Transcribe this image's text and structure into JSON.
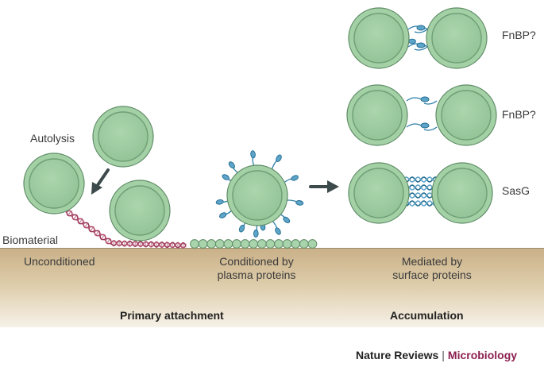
{
  "labels": {
    "autolysis": "Autolysis",
    "biomaterial": "Biomaterial",
    "unconditioned": "Unconditioned",
    "conditioned_line1": "Conditioned by",
    "conditioned_line2": "plasma proteins",
    "mediated_line1": "Mediated by",
    "mediated_line2": "surface proteins",
    "fnbp_top": "FnBP?",
    "fnbp_middle": "FnBP?",
    "sasg": "SasG"
  },
  "stages": {
    "primary": "Primary attachment",
    "accumulation": "Accumulation"
  },
  "credit": {
    "journal": "Nature Reviews",
    "separator": "|",
    "subject": "Microbiology"
  },
  "colors": {
    "cell_fill": "#a3d0a5",
    "cell_ring": "#6f9f76",
    "surface": "#d8c6a2",
    "dna_red": "#9c3a5a",
    "protein_blue": "#2e7fa8",
    "arrow": "#3d4a4c",
    "subject_color": "#8b1f4f"
  }
}
